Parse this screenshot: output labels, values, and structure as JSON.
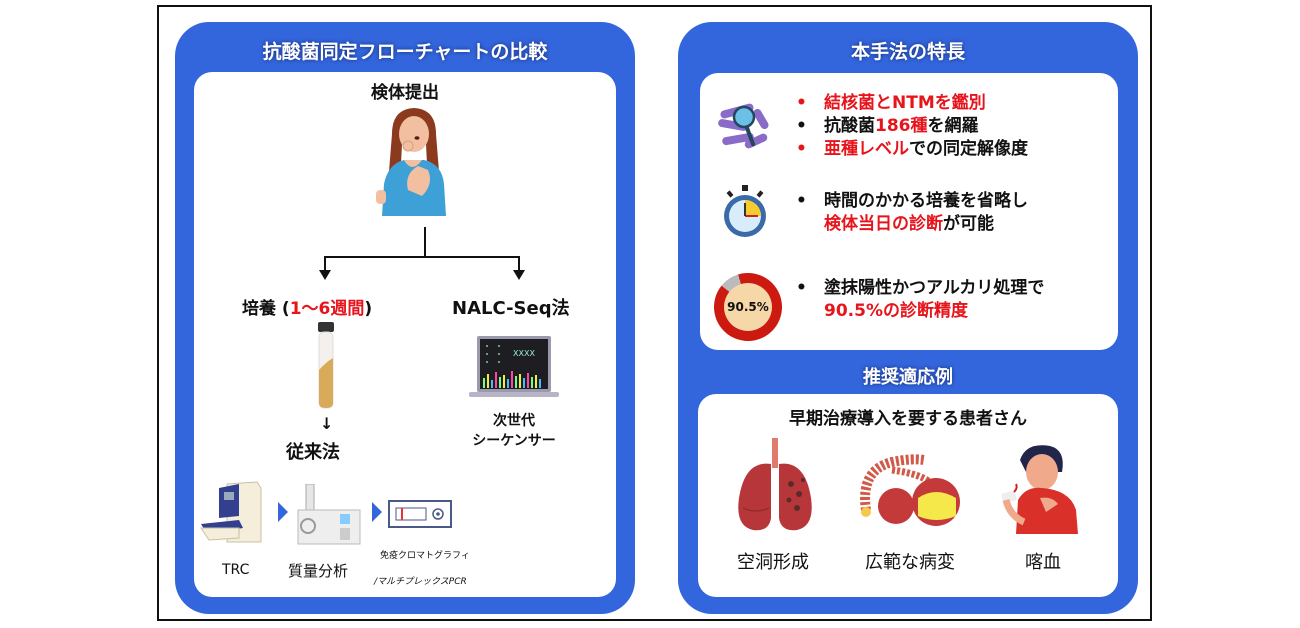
{
  "left_panel": {
    "title": "抗酸菌同定フローチャートの比較",
    "specimen_label": "検体提出",
    "branch_left": {
      "label_prefix": "培養 (",
      "label_highlight": "1〜6週間",
      "label_suffix": ")",
      "result_label": "従来法"
    },
    "branch_right": {
      "label": "NALC-Seq法",
      "device_label_line1": "次世代",
      "device_label_line2": "シーケンサー"
    },
    "conventional_methods": [
      {
        "label": "TRC",
        "icon": "trc-analyzer-icon"
      },
      {
        "label": "質量分析",
        "icon": "mass-spectrometer-icon"
      },
      {
        "label_line1": "免疫クロマトグラフィ",
        "label_line2": "/マルチプレックスPCR",
        "icon": "immunochromatography-strip-icon"
      }
    ]
  },
  "right_panel": {
    "title": "本手法の特長",
    "features": [
      {
        "icon": "bacteria-magnifier-icon",
        "bullets": [
          {
            "parts": [
              {
                "text": "結核菌とNTMを鑑別",
                "red": true
              }
            ],
            "bullet_red": true
          },
          {
            "parts": [
              {
                "text": "抗酸菌",
                "red": false
              },
              {
                "text": "186種",
                "red": true
              },
              {
                "text": "を網羅",
                "red": false
              }
            ],
            "bullet_red": false
          },
          {
            "parts": [
              {
                "text": "亜種レベル",
                "red": true
              },
              {
                "text": "での同定解像度",
                "red": false
              }
            ],
            "bullet_red": true
          }
        ]
      },
      {
        "icon": "stopwatch-icon",
        "line1": "時間のかかる培養を省略し",
        "line2_red": "検体当日の診断",
        "line2_black": "が可能"
      },
      {
        "icon": "accuracy-donut-icon",
        "donut_value": "90.5%",
        "donut_percent": 90.5,
        "line1": "塗抹陽性かつアルカリ処理で",
        "line2_red": "90.5%の診断精度"
      }
    ],
    "recommended_title": "推奨適応例",
    "recommended_heading": "早期治療導入を要する患者さん",
    "cases": [
      {
        "label": "空洞形成",
        "icon": "lungs-cavity-icon"
      },
      {
        "label": "広範な病変",
        "icon": "bronchiole-lesion-icon"
      },
      {
        "label": "喀血",
        "icon": "hemoptysis-patient-icon"
      }
    ]
  },
  "colors": {
    "panel_blue": "#3366dd",
    "highlight_red": "#e8141b",
    "donut_red": "#cc1a10",
    "donut_fill": "#f5d7a8"
  }
}
